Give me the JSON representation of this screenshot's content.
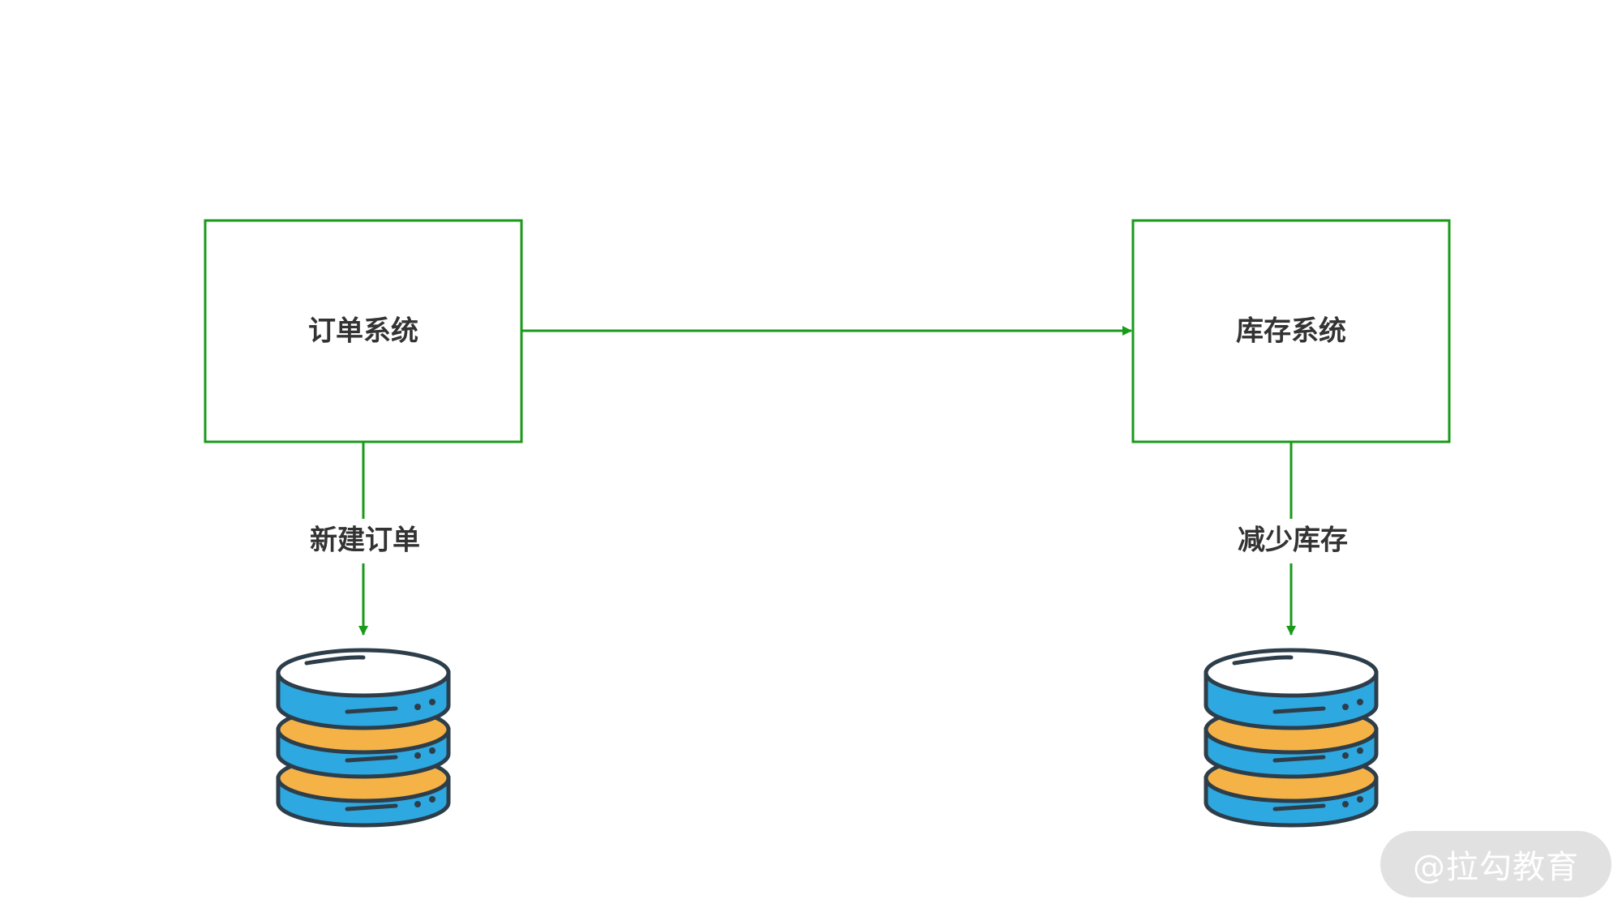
{
  "nodes": {
    "order_system": {
      "label": "订单系统"
    },
    "inventory_system": {
      "label": "库存系统"
    }
  },
  "edges": {
    "order_to_db": {
      "label": "新建订单"
    },
    "inventory_to_db": {
      "label": "减少库存"
    },
    "order_to_inventory": {
      "label": ""
    }
  },
  "databases": [
    {
      "icon": "database-icon"
    },
    {
      "icon": "database-icon"
    }
  ],
  "watermark": {
    "text": "@拉勾教育"
  },
  "colors": {
    "accent": "#1a9a1a",
    "db_blue": "#2ea8e0",
    "db_orange": "#f5b347",
    "db_outline": "#2d3e4a"
  }
}
